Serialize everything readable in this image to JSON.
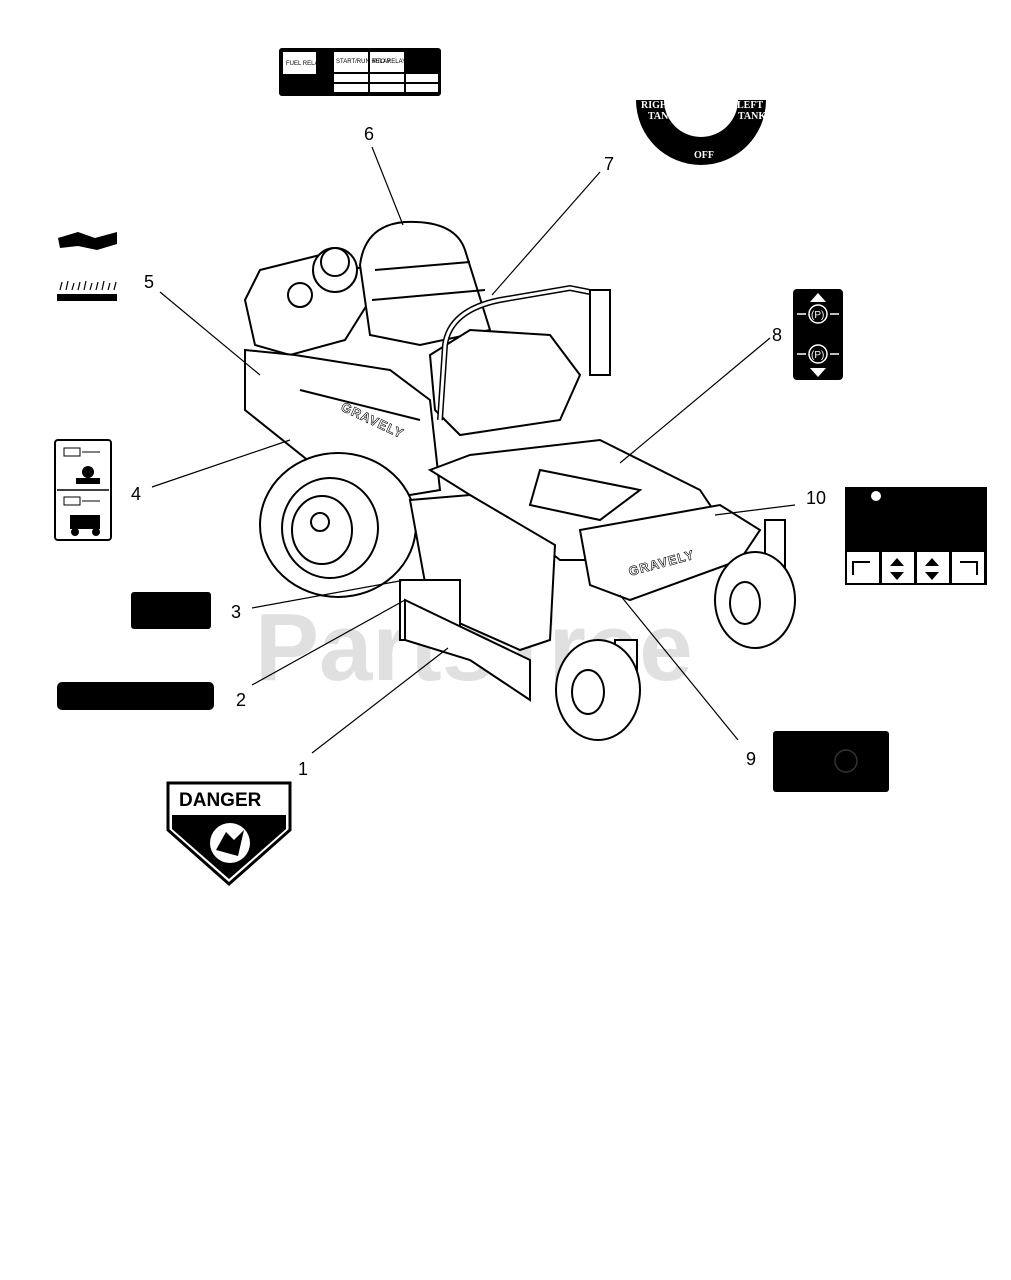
{
  "watermark": "PartsTree",
  "callouts": [
    "1",
    "2",
    "3",
    "4",
    "5",
    "6",
    "7",
    "8",
    "9",
    "10"
  ],
  "relay_decal": {
    "cells": [
      "FUEL RELAY",
      "START/RUN RELAY",
      "PTO RELAY"
    ]
  },
  "fuel_tank_decal": {
    "right_label": [
      "RIGHT",
      "TANK"
    ],
    "left_label": [
      "LEFT",
      "TANK"
    ],
    "off_label": "OFF"
  },
  "parking_brake_decal": {
    "symbol": "(P)"
  },
  "danger_decal": {
    "title": "DANGER"
  },
  "machine": {
    "brand": "GRAVELY"
  },
  "colors": {
    "ink": "#000000",
    "decal": "#000000",
    "watermark": "#c8c8c8"
  }
}
